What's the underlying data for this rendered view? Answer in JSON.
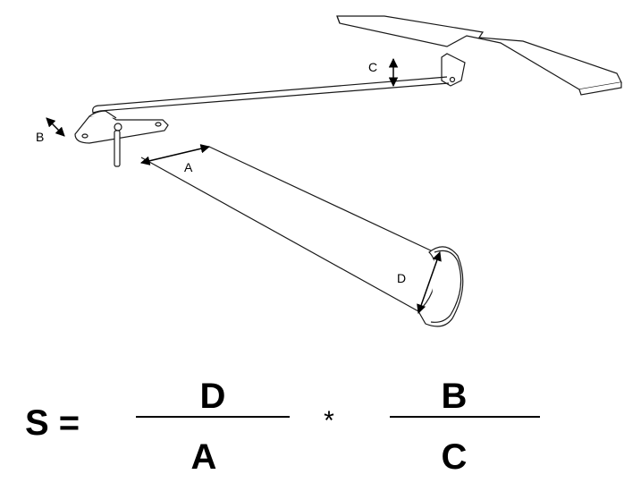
{
  "labels": {
    "a": "A",
    "b": "B",
    "c": "C",
    "d": "D"
  },
  "formula": {
    "lhs": "S =",
    "num1": "D",
    "den1": "A",
    "op": "*",
    "num2": "B",
    "den2": "C"
  },
  "colors": {
    "stroke": "#1a1a1a",
    "fill": "#ffffff"
  }
}
